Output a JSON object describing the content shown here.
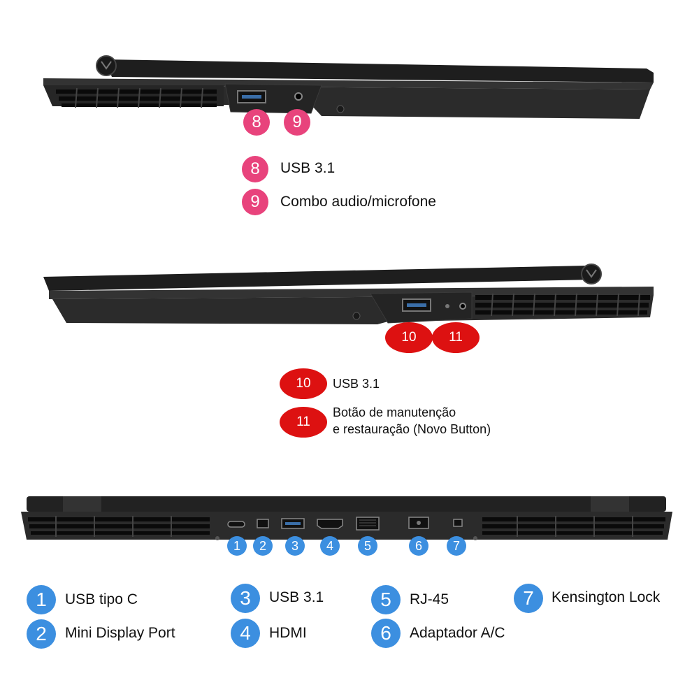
{
  "colors": {
    "pink": "#e8437c",
    "red": "#dd1111",
    "blue": "#3c8fe0",
    "laptop": "#2a2a2a"
  },
  "left_side": {
    "callouts": [
      "8",
      "9"
    ],
    "legend": [
      {
        "num": "8",
        "label": "USB 3.1"
      },
      {
        "num": "9",
        "label": "Combo audio/microfone"
      }
    ]
  },
  "right_side": {
    "callouts": [
      "10",
      "11"
    ],
    "legend": [
      {
        "num": "10",
        "label": "USB 3.1"
      },
      {
        "num": "11",
        "label_line1": "Botão de manutenção",
        "label_line2": "e restauração (Novo Button)"
      }
    ]
  },
  "rear": {
    "callouts": [
      "1",
      "2",
      "3",
      "4",
      "5",
      "6",
      "7"
    ],
    "legend": [
      {
        "num": "1",
        "label": "USB tipo C"
      },
      {
        "num": "2",
        "label": "Mini Display Port"
      },
      {
        "num": "3",
        "label": "USB 3.1"
      },
      {
        "num": "4",
        "label": "HDMI"
      },
      {
        "num": "5",
        "label": "RJ-45"
      },
      {
        "num": "6",
        "label": "Adaptador A/C"
      },
      {
        "num": "7",
        "label": "Kensington Lock"
      }
    ]
  }
}
